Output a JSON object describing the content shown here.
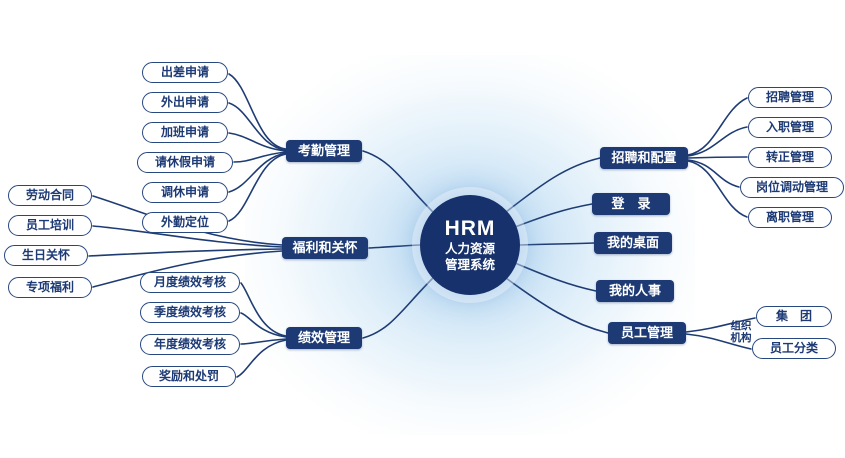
{
  "center": {
    "title": "HRM",
    "subtitle_line1": "人力资源",
    "subtitle_line2": "管理系统"
  },
  "colors": {
    "node_navy": "#1d3a75",
    "center_navy": "#16316b",
    "leaf_border": "#27477f",
    "connector": "#1e3c73",
    "glow": "#a8cfee",
    "leaf_text": "#1d3a75",
    "node_text": "#ffffff"
  },
  "left_branches": [
    {
      "label": "考勤管理",
      "children": [
        "出差申请",
        "外出申请",
        "加班申请",
        "请休假申请",
        "调休申请",
        "外勤定位"
      ]
    },
    {
      "label": "福利和关怀",
      "children": [
        "劳动合同",
        "员工培训",
        "生日关怀",
        "专项福利"
      ]
    },
    {
      "label": "绩效管理",
      "children": [
        "月度绩效考核",
        "季度绩效考核",
        "年度绩效考核",
        "奖励和处罚"
      ]
    }
  ],
  "right_branches": [
    {
      "label": "招聘和配置",
      "children": [
        "招聘管理",
        "入职管理",
        "转正管理",
        "岗位调动管理",
        "离职管理"
      ]
    },
    {
      "label": "登　录",
      "children": []
    },
    {
      "label": "我的桌面",
      "children": []
    },
    {
      "label": "我的人事",
      "children": []
    },
    {
      "label": "员工管理",
      "junction": {
        "line1": "组织",
        "line2": "机构"
      },
      "children": [
        "集　团",
        "员工分类"
      ]
    }
  ]
}
